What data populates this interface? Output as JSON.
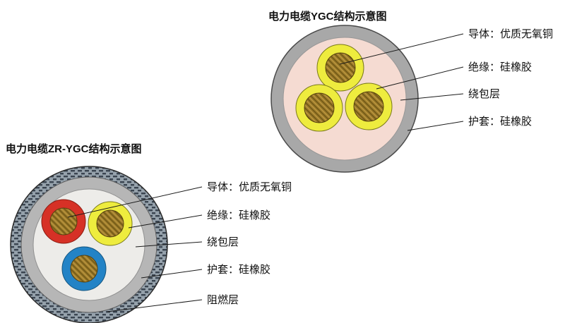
{
  "ygc": {
    "title": "电力电缆YGC结构示意图",
    "labels": {
      "conductor": "导体：优质无氧铜",
      "insulation": "绝缘：硅橡胶",
      "wrapping": "绕包层",
      "sheath": "护套：硅橡胶"
    },
    "colors": {
      "sheath": "#a8a8a8",
      "wrapping_fill": "#f5dbd2",
      "insulation": "#eeec3e"
    }
  },
  "zr_ygc": {
    "title": "电力电缆ZR-YGC结构示意图",
    "labels": {
      "conductor": "导体：优质无氧铜",
      "insulation": "绝缘：硅橡胶",
      "wrapping": "绕包层",
      "sheath": "护套：硅橡胶",
      "flame_retardant": "阻燃层"
    },
    "colors": {
      "sheath": "#b6b6b6",
      "wrapping_fill": "#edece9",
      "insulation_red": "#d63126",
      "insulation_yellow": "#eeec3e",
      "insulation_blue": "#2383c6"
    }
  },
  "patterns": {
    "conductor_base": "#9c7b2b",
    "conductor_dark": "#6b5312",
    "conductor_light": "#c49e45",
    "flame_base": "#95a1ab",
    "flame_dash": "#3a4450"
  }
}
